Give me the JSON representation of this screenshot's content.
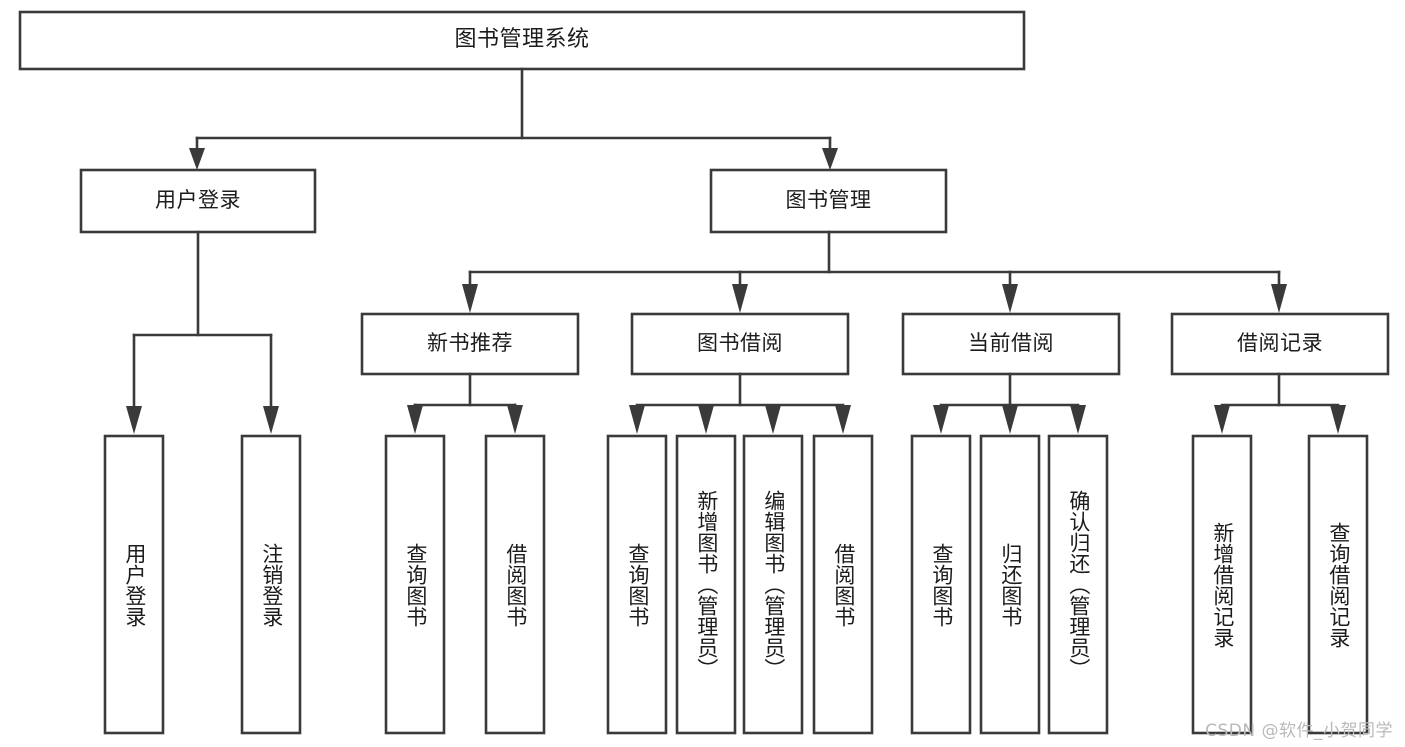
{
  "diagram": {
    "title": "图书管理系统",
    "type": "hierarchy-tree",
    "watermark": "CSDN @软件_小贺同学",
    "colors": {
      "stroke": "#3a3a3a",
      "box_fill": "#ffffff",
      "text": "#1c1c1c",
      "background": "#ffffff",
      "watermark": "#b9b9b9"
    },
    "nodes": {
      "root": {
        "label": "图书管理系统"
      },
      "level2": [
        {
          "id": "user-login",
          "label": "用户登录"
        },
        {
          "id": "book-manage",
          "label": "图书管理"
        }
      ],
      "level3": [
        {
          "id": "new-book-recommend",
          "label": "新书推荐"
        },
        {
          "id": "book-borrow",
          "label": "图书借阅"
        },
        {
          "id": "current-borrow",
          "label": "当前借阅"
        },
        {
          "id": "borrow-record",
          "label": "借阅记录"
        }
      ],
      "leaves": {
        "user_login": [
          {
            "id": "leaf-user-login",
            "label": "用户登录"
          },
          {
            "id": "leaf-logout-login",
            "label": "注销登录"
          }
        ],
        "new_book_recommend": [
          {
            "id": "leaf-query-book-1",
            "label": "查询图书"
          },
          {
            "id": "leaf-borrow-book-1",
            "label": "借阅图书"
          }
        ],
        "book_borrow": [
          {
            "id": "leaf-query-book-2",
            "label": "查询图书"
          },
          {
            "id": "leaf-add-book",
            "label": "新增图书（管理员）"
          },
          {
            "id": "leaf-edit-book",
            "label": "编辑图书（管理员）"
          },
          {
            "id": "leaf-borrow-book-2",
            "label": "借阅图书"
          }
        ],
        "current_borrow": [
          {
            "id": "leaf-query-book-3",
            "label": "查询图书"
          },
          {
            "id": "leaf-return-book",
            "label": "归还图书"
          },
          {
            "id": "leaf-confirm-return",
            "label": "确认归还（管理员）"
          }
        ],
        "borrow_record": [
          {
            "id": "leaf-add-record",
            "label": "新增借阅记录"
          },
          {
            "id": "leaf-query-record",
            "label": "查询借阅记录"
          }
        ]
      }
    }
  }
}
